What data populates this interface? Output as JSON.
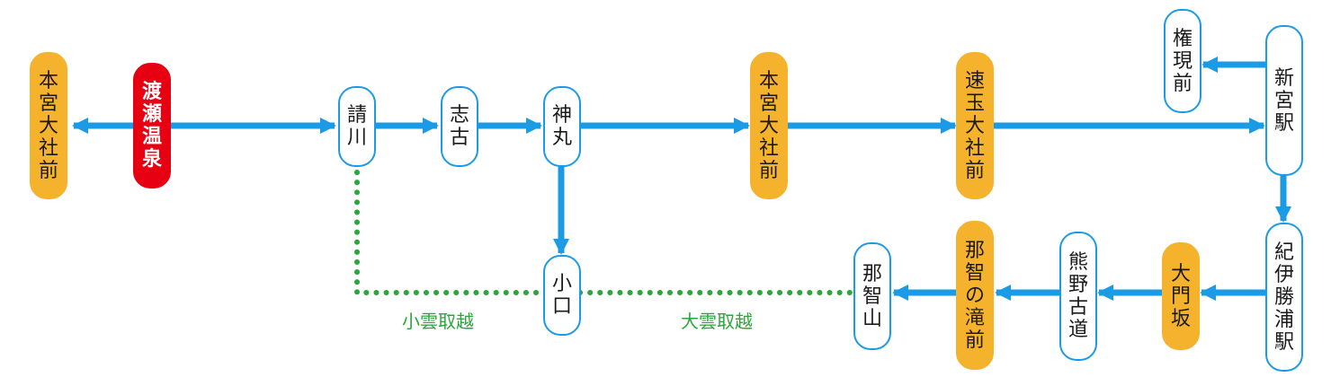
{
  "colors": {
    "line": "#1b9be6",
    "major_fill": "#f5b22c",
    "current_fill": "#e60012",
    "trail": "#2aa63a"
  },
  "stations": [
    {
      "id": "hongu-taisha-mae-west",
      "name": "本宮大社前",
      "kind": "major"
    },
    {
      "id": "watarase-onsen",
      "name": "渡瀬温泉",
      "kind": "current"
    },
    {
      "id": "ukegawa",
      "name": "請川",
      "kind": "plain"
    },
    {
      "id": "shiko",
      "name": "志古",
      "kind": "plain"
    },
    {
      "id": "kamimaru",
      "name": "神丸",
      "kind": "plain"
    },
    {
      "id": "koguchi",
      "name": "小口",
      "kind": "plain"
    },
    {
      "id": "hongu-taisha-mae-east",
      "name": "本宮大社前",
      "kind": "major"
    },
    {
      "id": "hayatama-taisha-mae",
      "name": "速玉大社前",
      "kind": "major"
    },
    {
      "id": "gongen-mae",
      "name": "権現前",
      "kind": "plain"
    },
    {
      "id": "shingu-station",
      "name": "新宮駅",
      "kind": "plain"
    },
    {
      "id": "kii-katsuura-station",
      "name": "紀伊勝浦駅",
      "kind": "plain"
    },
    {
      "id": "daimonzaka",
      "name": "大門坂",
      "kind": "major"
    },
    {
      "id": "kumano-kodo",
      "name": "熊野古道",
      "kind": "plain"
    },
    {
      "id": "nachi-no-taki-mae",
      "name": "那智の滝前",
      "kind": "major"
    },
    {
      "id": "nachisan",
      "name": "那智山",
      "kind": "plain"
    }
  ],
  "trails": [
    {
      "id": "koguchi-trail",
      "label": "小雲取越"
    },
    {
      "id": "oguchi-trail",
      "label": "大雲取越"
    }
  ]
}
